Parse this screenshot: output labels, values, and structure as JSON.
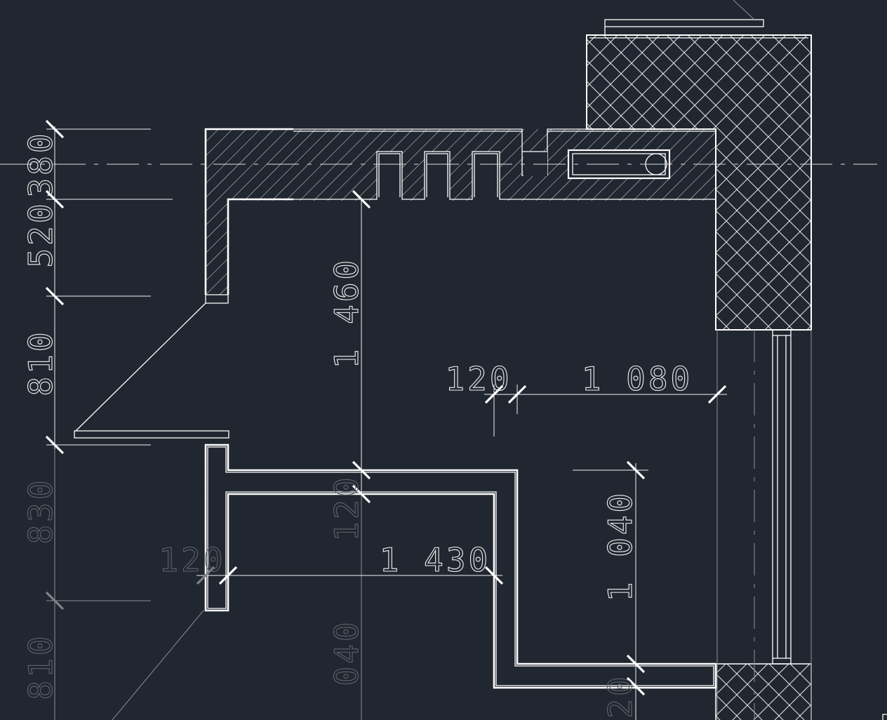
{
  "colors": {
    "background": "#212730",
    "linework": "#ffffff",
    "faded": "#5f656d"
  },
  "dimensions": {
    "left_380": "380",
    "left_520": "520",
    "left_810": "810",
    "left_830_faded": "830",
    "left_810_faded": "810",
    "center_1460": "1 460",
    "center_120_faded": "120",
    "center_040_faded": "040",
    "mid_120": "120",
    "mid_1080": "1 080",
    "bottom_120_faded": "120",
    "bottom_1430": "1 430",
    "right_1040": "1 040",
    "right_20_faded": "20"
  }
}
